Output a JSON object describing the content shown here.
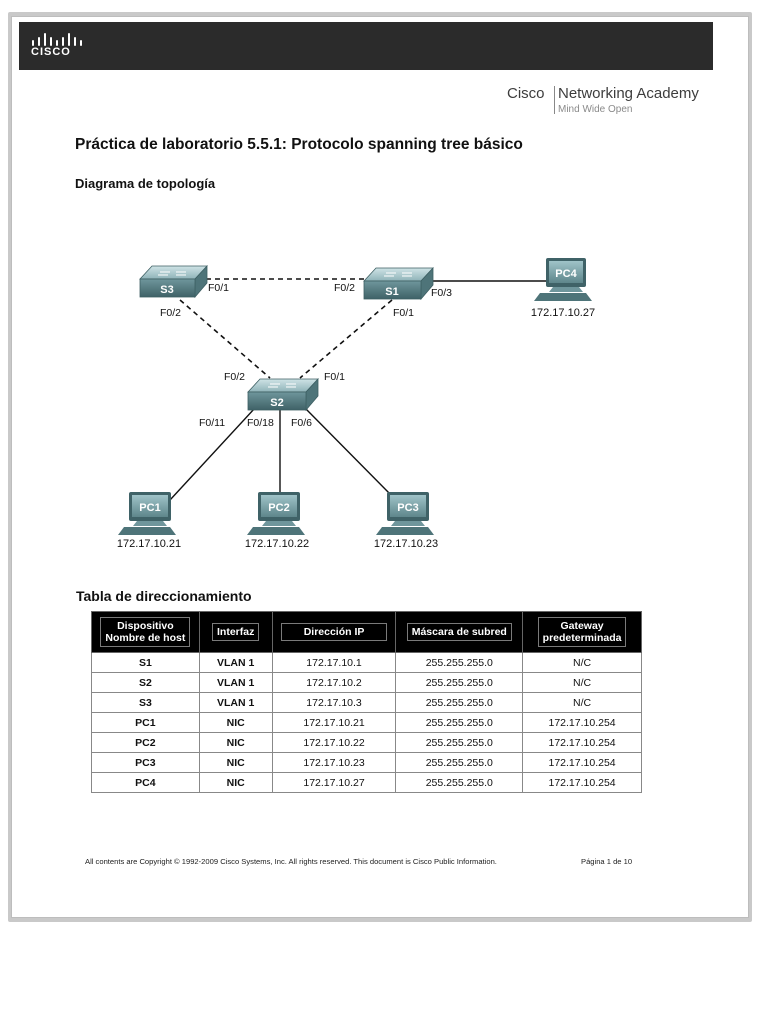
{
  "header": {
    "logo_text": "CISCO",
    "academy_brand": "Cisco",
    "academy_name": "Networking Academy",
    "academy_tagline": "Mind Wide Open"
  },
  "doc": {
    "title": "Práctica de laboratorio 5.5.1: Protocolo spanning tree básico",
    "topology_heading": "Diagrama de topología",
    "table_heading": "Tabla de direccionamiento"
  },
  "topology": {
    "devices": {
      "s1": "S1",
      "s2": "S2",
      "s3": "S3",
      "pc1": "PC1",
      "pc2": "PC2",
      "pc3": "PC3",
      "pc4": "PC4"
    },
    "ports": {
      "s3_f01": "F0/1",
      "s1_f02": "F0/2",
      "s1_f03": "F0/3",
      "s3_f02": "F0/2",
      "s1_f01": "F0/1",
      "s2_f02": "F0/2",
      "s2_f01": "F0/1",
      "s2_f011": "F0/11",
      "s2_f018": "F0/18",
      "s2_f06": "F0/6"
    },
    "ips": {
      "pc1": "172.17.10.21",
      "pc2": "172.17.10.22",
      "pc3": "172.17.10.23",
      "pc4": "172.17.10.27"
    }
  },
  "addressing_table": {
    "headers": {
      "device_l1": "Dispositivo",
      "device_l2": "Nombre de host",
      "interface": "Interfaz",
      "ip": "Dirección IP",
      "mask": "Máscara de subred",
      "gw_l1": "Gateway",
      "gw_l2": "predeterminada"
    },
    "rows": [
      {
        "device": "S1",
        "iface": "VLAN 1",
        "ip": "172.17.10.1",
        "mask": "255.255.255.0",
        "gw": "N/C"
      },
      {
        "device": "S2",
        "iface": "VLAN 1",
        "ip": "172.17.10.2",
        "mask": "255.255.255.0",
        "gw": "N/C"
      },
      {
        "device": "S3",
        "iface": "VLAN 1",
        "ip": "172.17.10.3",
        "mask": "255.255.255.0",
        "gw": "N/C"
      },
      {
        "device": "PC1",
        "iface": "NIC",
        "ip": "172.17.10.21",
        "mask": "255.255.255.0",
        "gw": "172.17.10.254"
      },
      {
        "device": "PC2",
        "iface": "NIC",
        "ip": "172.17.10.22",
        "mask": "255.255.255.0",
        "gw": "172.17.10.254"
      },
      {
        "device": "PC3",
        "iface": "NIC",
        "ip": "172.17.10.23",
        "mask": "255.255.255.0",
        "gw": "172.17.10.254"
      },
      {
        "device": "PC4",
        "iface": "NIC",
        "ip": "172.17.10.27",
        "mask": "255.255.255.0",
        "gw": "172.17.10.254"
      }
    ]
  },
  "footer": {
    "copyright": "All contents are Copyright © 1992-2009 Cisco Systems, Inc. All rights reserved. This document is Cisco Public Information.",
    "page": "Página 1 de 10"
  }
}
